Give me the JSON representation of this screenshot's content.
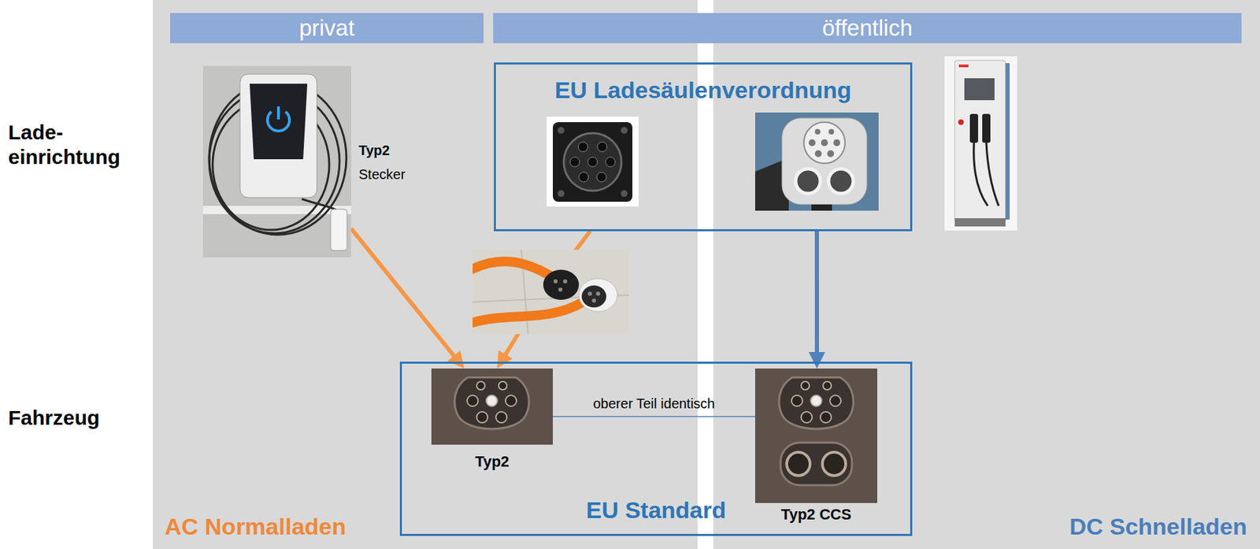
{
  "diagram": {
    "nodes": [
      {
        "text": [
          "privat"
        ]
      },
      {
        "text": [
          "öffentlich"
        ]
      },
      {
        "text": [
          "Typ2",
          "Stecker"
        ]
      },
      {
        "text": [
          "EU Ladesäulenverordnung"
        ]
      },
      {
        "text": [
          "EU Standard"
        ]
      },
      {
        "text": [
          "Typ2"
        ],
        "in": 4
      },
      {
        "text": [
          "Typ2 CCS"
        ],
        "in": 4
      }
    ],
    "edges": [
      {
        "from": 2,
        "to": 5,
        "arrow": "to"
      },
      {
        "from": 3,
        "to": 5,
        "arrow": "to"
      },
      {
        "from": 3,
        "to": 6,
        "arrow": "to"
      },
      {
        "from": 5,
        "to": 6,
        "arrow": "none",
        "label": "oberer Teil identisch"
      }
    ],
    "labels": [
      "Lade- einrichtung",
      "Fahrzeug",
      "AC Normalladen",
      "DC Schnelladen"
    ]
  }
}
